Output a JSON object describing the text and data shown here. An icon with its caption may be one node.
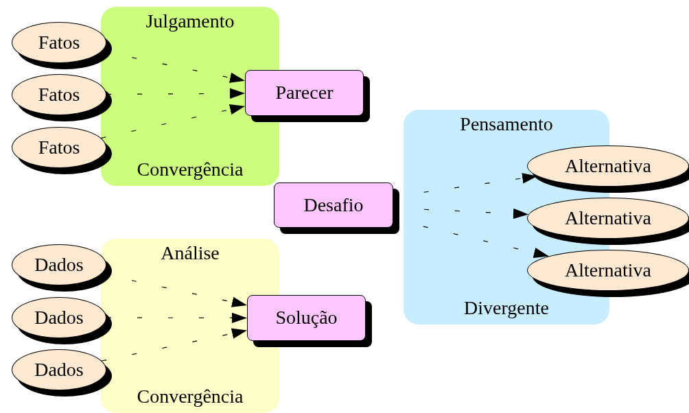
{
  "diagram": {
    "nodes": [
      {
        "text": [
          "Fatos"
        ]
      },
      {
        "text": [
          "Fatos"
        ]
      },
      {
        "text": [
          "Fatos"
        ]
      },
      {
        "text": [
          "Parecer"
        ]
      },
      {
        "text": [
          "Dados"
        ]
      },
      {
        "text": [
          "Dados"
        ]
      },
      {
        "text": [
          "Dados"
        ]
      },
      {
        "text": [
          "Solução"
        ]
      },
      {
        "text": [
          "Desafio"
        ]
      },
      {
        "text": [
          "Alternativa"
        ]
      },
      {
        "text": [
          "Alternativa"
        ]
      },
      {
        "text": [
          "Alternativa"
        ]
      }
    ],
    "edges": [
      {
        "from": 0,
        "to": 3,
        "arrow": "to",
        "style": "dashed"
      },
      {
        "from": 1,
        "to": 3,
        "arrow": "to",
        "style": "dashed"
      },
      {
        "from": 2,
        "to": 3,
        "arrow": "to",
        "style": "dashed"
      },
      {
        "from": 4,
        "to": 7,
        "arrow": "to",
        "style": "dashed"
      },
      {
        "from": 5,
        "to": 7,
        "arrow": "to",
        "style": "dashed"
      },
      {
        "from": 6,
        "to": 7,
        "arrow": "to",
        "style": "dashed"
      },
      {
        "from": 8,
        "to": 9,
        "arrow": "to",
        "style": "dashed"
      },
      {
        "from": 8,
        "to": 10,
        "arrow": "to",
        "style": "dashed"
      },
      {
        "from": 8,
        "to": 11,
        "arrow": "to",
        "style": "dashed"
      }
    ],
    "labels": [
      "Julgamento",
      "Convergência",
      "Análise",
      "Convergência",
      "Pensamento",
      "Divergente"
    ]
  }
}
